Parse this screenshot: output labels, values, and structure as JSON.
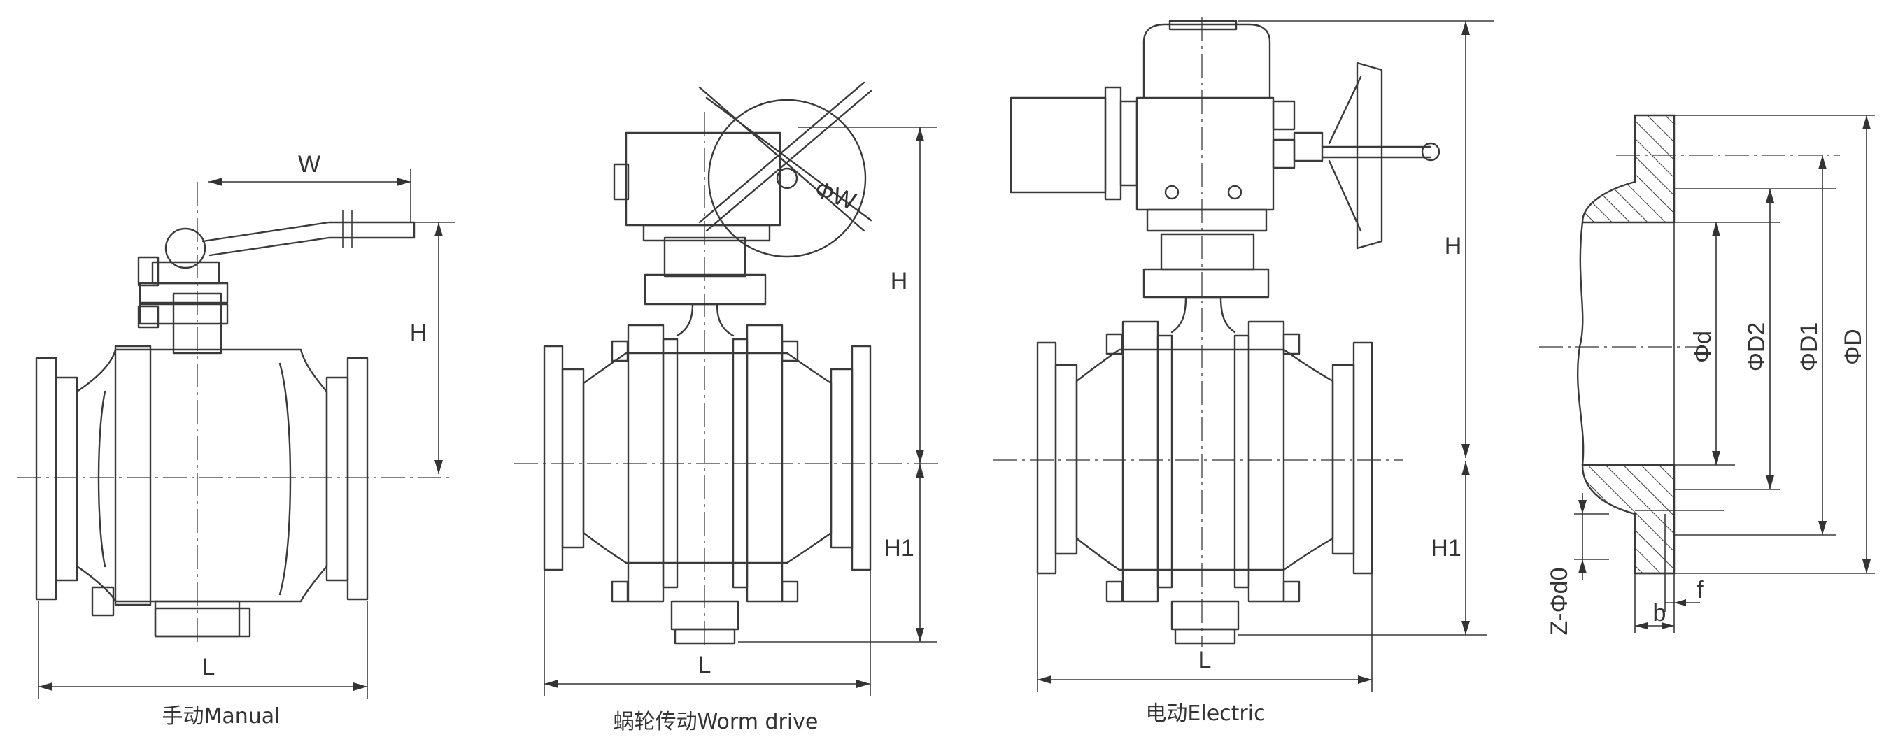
{
  "views": {
    "manual": {
      "caption": "手动Manual",
      "w": "W",
      "h": "H",
      "l": "L"
    },
    "worm": {
      "caption": "蜗轮传动Worm drive",
      "h": "H",
      "h1": "H1",
      "l": "L",
      "dw": "ΦW"
    },
    "electric": {
      "caption": "电动Electric",
      "h": "H",
      "h1": "H1",
      "l": "L"
    },
    "flange": {
      "d": "Φd",
      "d2": "ΦD2",
      "d1": "ΦD1",
      "dd": "ΦD",
      "z": "Z-Φd0",
      "b": "b",
      "f": "f"
    }
  }
}
